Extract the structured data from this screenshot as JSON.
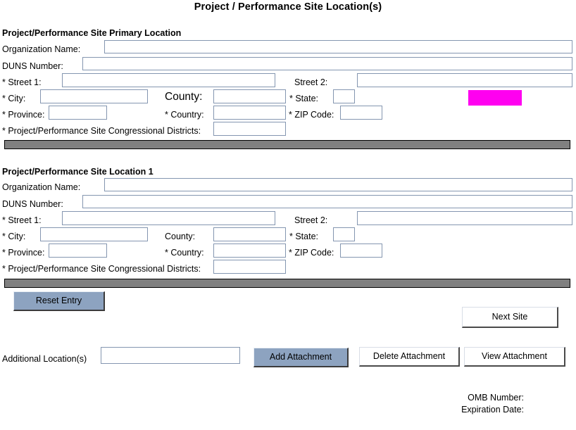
{
  "page": {
    "title": "Project / Performance Site Location(s)"
  },
  "sections": [
    {
      "heading": "Project/Performance Site Primary Location",
      "fields": {
        "organization_name_label": "Organization Name:",
        "organization_name_value": "",
        "duns_label": "DUNS Number:",
        "duns_value": "",
        "street1_label": "* Street 1:",
        "street1_value": "",
        "street2_label": "Street 2:",
        "street2_value": "",
        "city_label": "* City:",
        "city_value": "",
        "county_label": "County:",
        "county_value": "",
        "state_label": "* State:",
        "state_value": "",
        "province_label": "* Province:",
        "province_value": "",
        "country_label": "* Country:",
        "country_value": "",
        "zip_label": "* ZIP Code:",
        "zip_value": "",
        "districts_label": "* Project/Performance Site Congressional Districts:",
        "districts_value": ""
      }
    },
    {
      "heading": "Project/Performance Site Location 1",
      "fields": {
        "organization_name_label": "Organization Name:",
        "organization_name_value": "",
        "duns_label": "DUNS Number:",
        "duns_value": "",
        "street1_label": "* Street 1:",
        "street1_value": "",
        "street2_label": "Street 2:",
        "street2_value": "",
        "city_label": "* City:",
        "city_value": "",
        "county_label": "County:",
        "county_value": "",
        "state_label": "* State:",
        "state_value": "",
        "province_label": "* Province:",
        "province_value": "",
        "country_label": "* Country:",
        "country_value": "",
        "zip_label": "* ZIP Code:",
        "zip_value": "",
        "districts_label": "* Project/Performance Site Congressional Districts:",
        "districts_value": ""
      }
    }
  ],
  "buttons": {
    "reset_entry": "Reset Entry",
    "next_site": "Next Site",
    "add_attachment": "Add Attachment",
    "delete_attachment": "Delete Attachment",
    "view_attachment": "View  Attachment"
  },
  "additional": {
    "label": "Additional Location(s)",
    "value": ""
  },
  "footer": {
    "omb_number": "OMB Number:",
    "expiration_date": "Expiration Date:"
  },
  "colors": {
    "field_border": "#8496b0",
    "divider_gray": "#808080",
    "button_blue": "#8da3c0",
    "highlight_magenta": "#ff00f0"
  }
}
